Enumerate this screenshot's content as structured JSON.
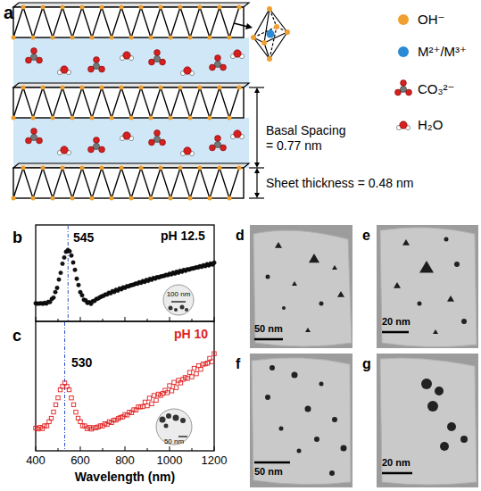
{
  "diagram": {
    "labels": [
      "a",
      "Basal Spacing = 0.77 nm",
      "Sheet thickness = 0.48 nm",
      "b",
      "pH 12.5",
      "545",
      "100 nm",
      "c",
      "pH 10",
      "530",
      "50 nm",
      "400",
      "600",
      "800",
      "1000",
      "1200",
      "Wavelength (nm)",
      "d",
      "50 nm",
      "e",
      "20 nm",
      "f",
      "50 nm",
      "g",
      "20 nm"
    ],
    "legend": [
      {
        "text": "OH⁻",
        "color": "#f0a030"
      },
      {
        "text": "M²⁺/M³⁺",
        "color": "#2a8ad4"
      },
      {
        "text": "CO₃²⁻"
      },
      {
        "text": "H₂O"
      }
    ]
  }
}
